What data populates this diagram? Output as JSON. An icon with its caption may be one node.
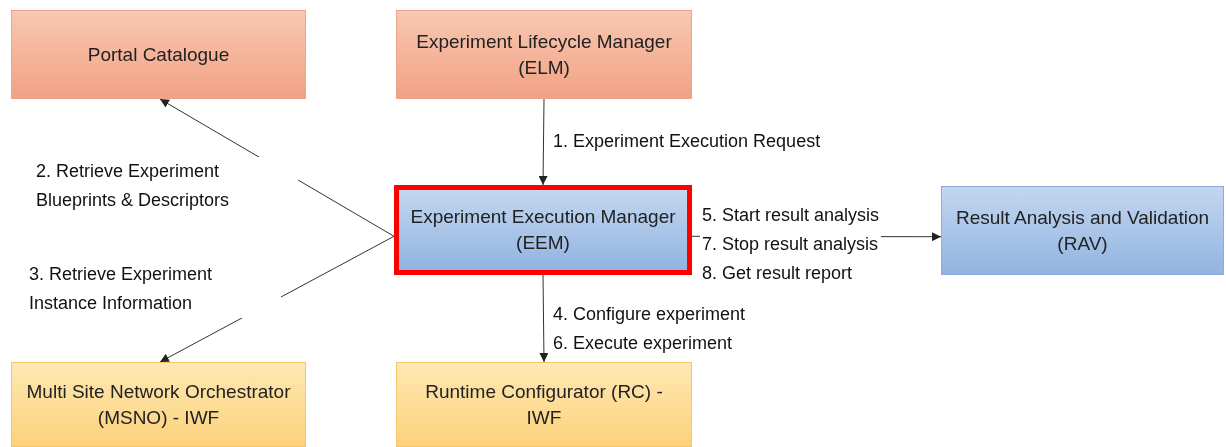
{
  "diagram": {
    "nodes": [
      {
        "text": [
          "Portal Catalogue"
        ]
      },
      {
        "text": [
          "Experiment Lifecycle Manager (ELM)"
        ]
      },
      {
        "text": [
          "Experiment Execution Manager (EEM)"
        ]
      },
      {
        "text": [
          "Result Analysis and Validation (RAV)"
        ]
      },
      {
        "text": [
          "Multi Site Network Orchestrator (MSNO) - IWF"
        ]
      },
      {
        "text": [
          "Runtime Configurator (RC) - IWF"
        ]
      }
    ],
    "edges": [
      {
        "from": 1,
        "to": 2,
        "arrow": "to",
        "label": "1. Experiment Execution Request"
      },
      {
        "from": 2,
        "to": 0,
        "arrow": "to",
        "label": "2. Retrieve Experiment Blueprints & Descriptors"
      },
      {
        "from": 2,
        "to": 4,
        "arrow": "to",
        "label": "3. Retrieve Experiment Instance Information"
      },
      {
        "from": 2,
        "to": 3,
        "arrow": "to",
        "label": "5. Start result analysis 7. Stop result analysis 8. Get result report"
      },
      {
        "from": 2,
        "to": 5,
        "arrow": "to",
        "label": "4. Configure experiment 6. Execute experiment"
      }
    ]
  }
}
